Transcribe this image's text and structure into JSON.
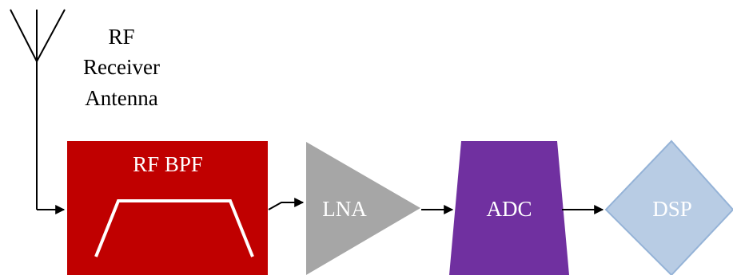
{
  "antenna": {
    "label_lines": [
      "RF",
      "Receiver",
      "Antenna"
    ]
  },
  "blocks": {
    "bpf": {
      "label": "RF BPF"
    },
    "lna": {
      "label": "LNA"
    },
    "adc": {
      "label": "ADC"
    },
    "dsp": {
      "label": "DSP"
    }
  },
  "colors": {
    "line": "#000000",
    "bpf_fill": "#c00000",
    "bpf_passband": "#ffffff",
    "lna_fill": "#a6a6a6",
    "adc_fill": "#7030a0",
    "dsp_fill": "#b8cce4",
    "dsp_stroke": "#95b3d7",
    "block_text": "#ffffff"
  }
}
